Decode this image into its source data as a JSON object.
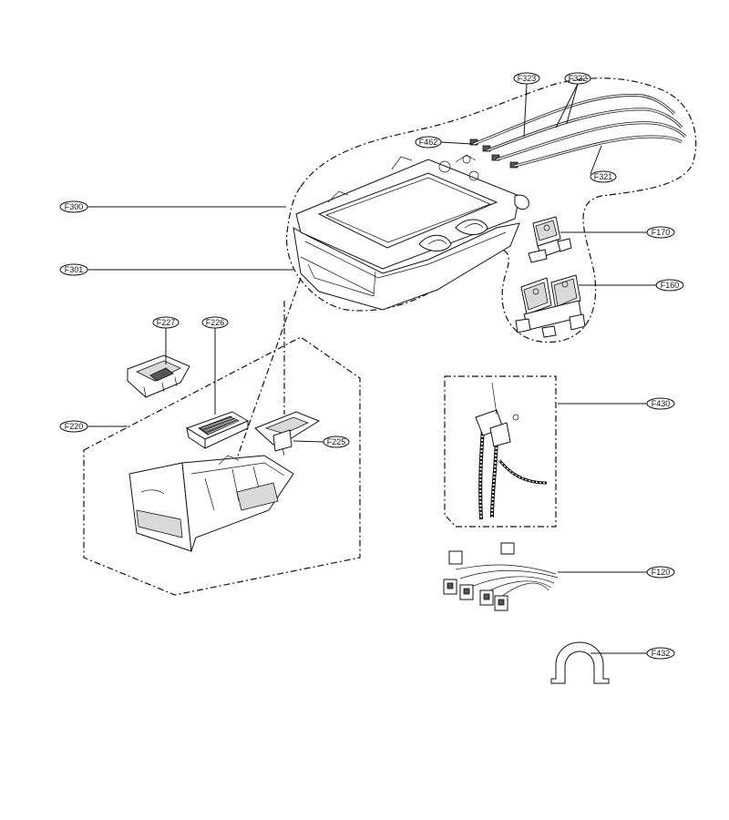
{
  "labels": {
    "f323": "F323",
    "f322": "F322",
    "f462": "F462",
    "f321": "F321",
    "f300": "F300",
    "f170": "F170",
    "f301": "F301",
    "f160": "F160",
    "f227": "F227",
    "f226": "F226",
    "f220": "F220",
    "f225": "F225",
    "f430": "F430",
    "f120": "F120",
    "f432": "F432"
  }
}
